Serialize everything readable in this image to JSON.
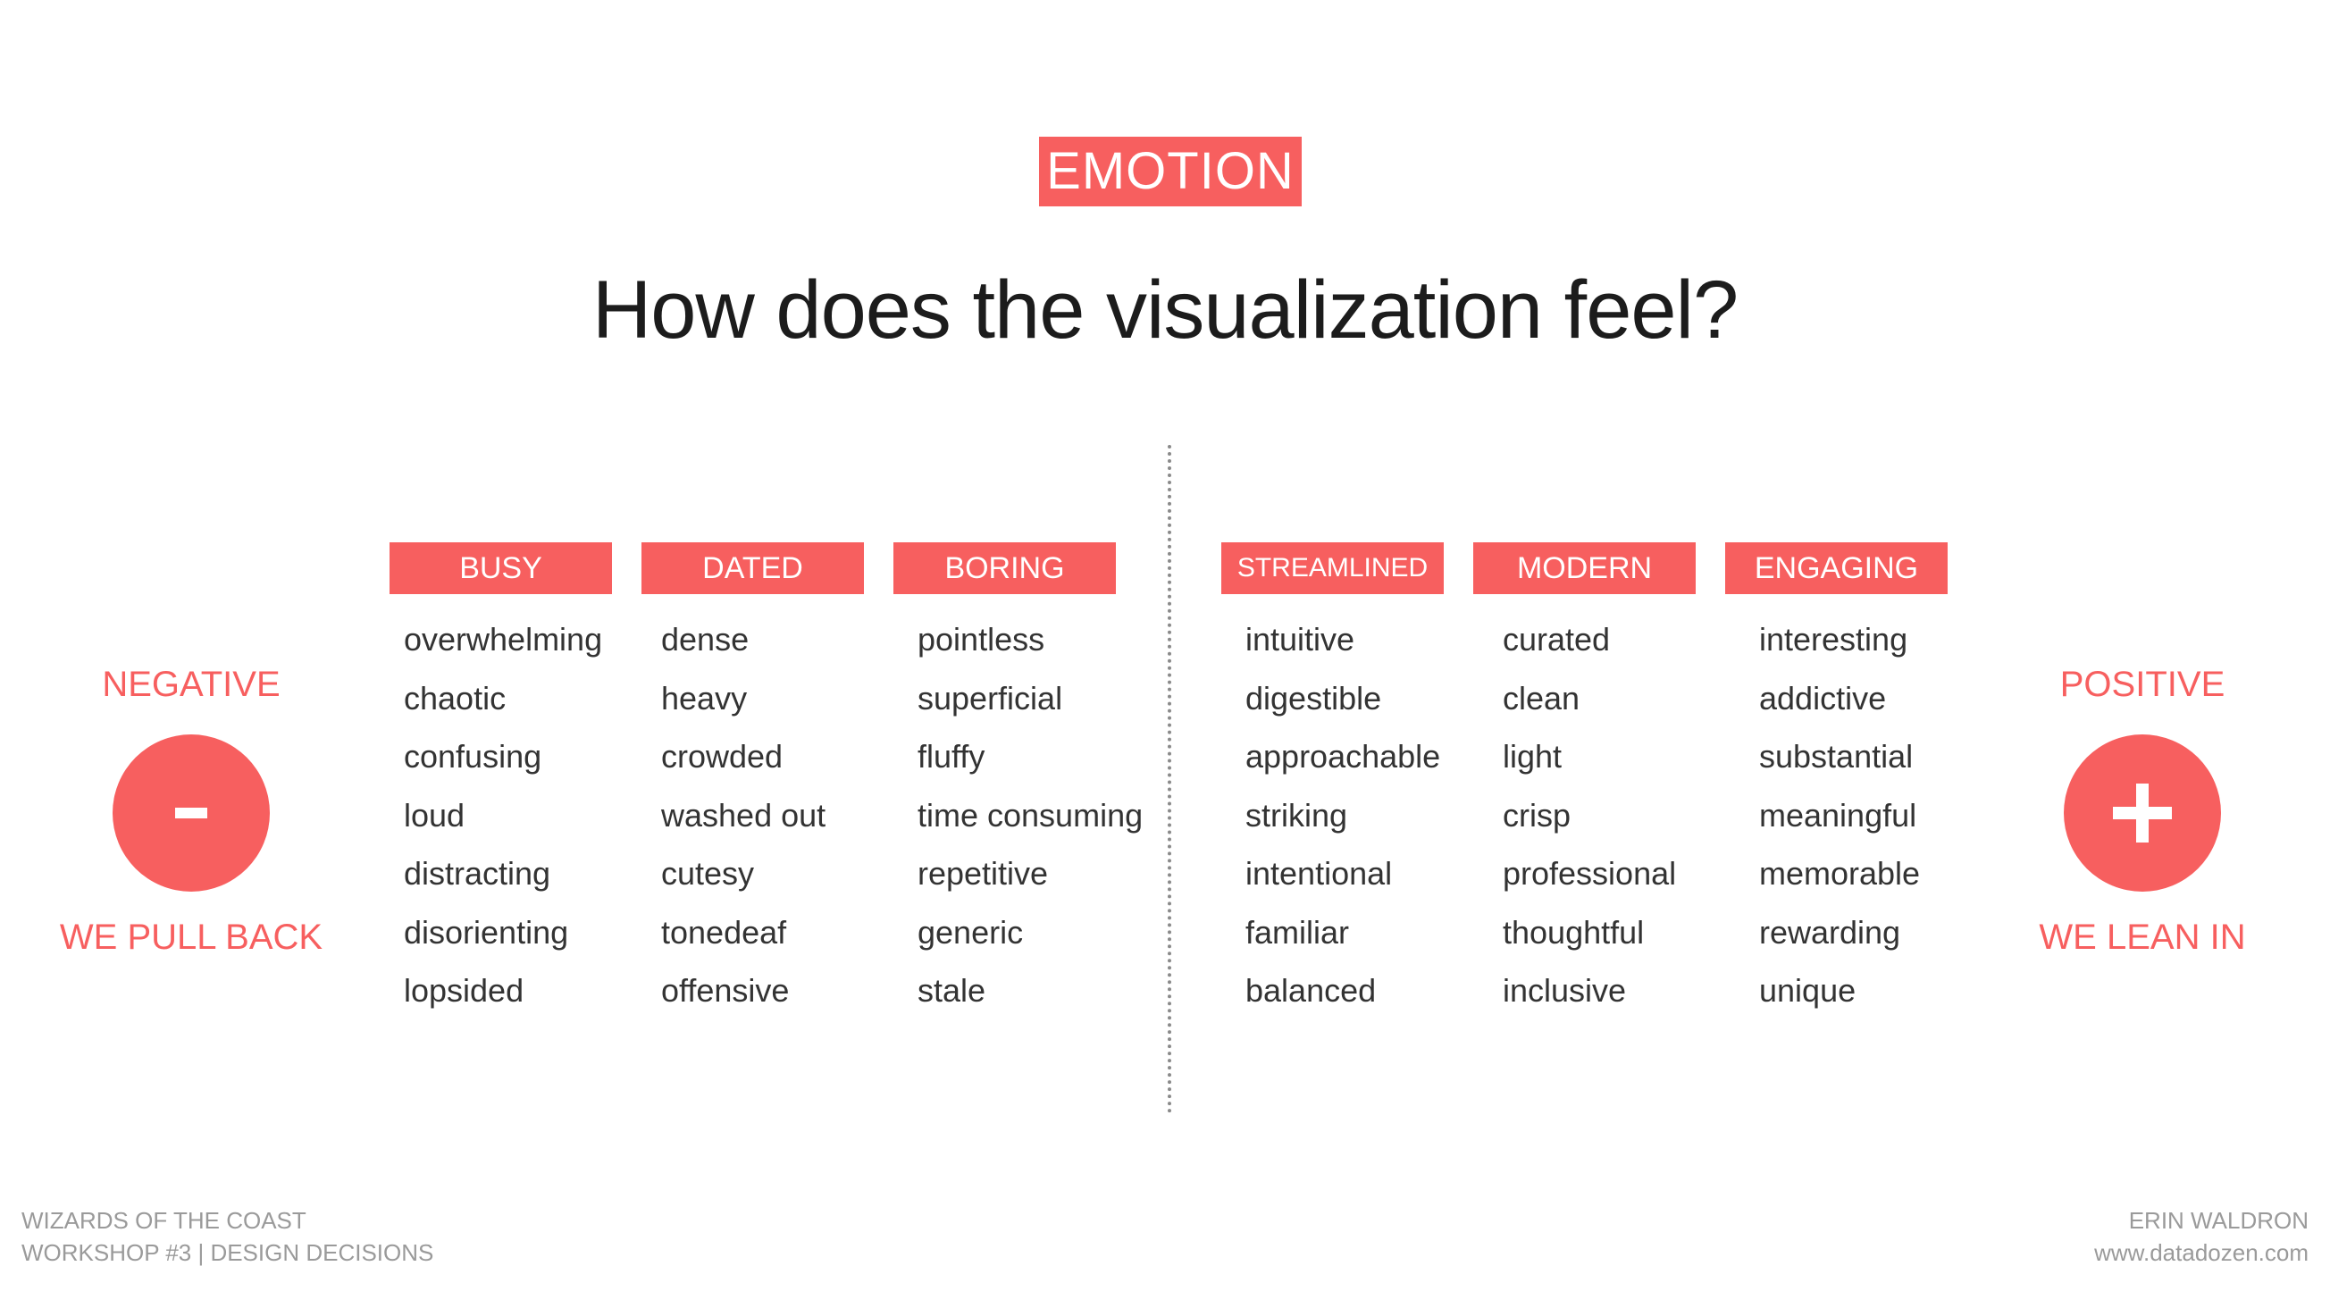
{
  "section_label": "EMOTION",
  "title": "How does the visualization feel?",
  "negative": {
    "label": "NEGATIVE",
    "symbol": "minus-icon",
    "caption": "WE PULL BACK",
    "columns": [
      {
        "header": "BUSY",
        "words": [
          "overwhelming",
          "chaotic",
          "confusing",
          "loud",
          "distracting",
          "disorienting",
          "lopsided"
        ]
      },
      {
        "header": "DATED",
        "words": [
          "dense",
          "heavy",
          "crowded",
          "washed out",
          "cutesy",
          "tonedeaf",
          "offensive"
        ]
      },
      {
        "header": "BORING",
        "words": [
          "pointless",
          "superficial",
          "fluffy",
          "time consuming",
          "repetitive",
          "generic",
          "stale"
        ]
      }
    ]
  },
  "positive": {
    "label": "POSITIVE",
    "symbol": "plus-icon",
    "caption": "WE LEAN IN",
    "columns": [
      {
        "header": "STREAMLINED",
        "words": [
          "intuitive",
          "digestible",
          "approachable",
          "striking",
          "intentional",
          "familiar",
          "balanced"
        ]
      },
      {
        "header": "MODERN",
        "words": [
          "curated",
          "clean",
          "light",
          "crisp",
          "professional",
          "thoughtful",
          "inclusive"
        ]
      },
      {
        "header": "ENGAGING",
        "words": [
          "interesting",
          "addictive",
          "substantial",
          "meaningful",
          "memorable",
          "rewarding",
          "unique"
        ]
      }
    ]
  },
  "footer": {
    "left_line1": "WIZARDS OF THE COAST",
    "left_line2": "WORKSHOP #3 | DESIGN DECISIONS",
    "right_line1": "ERIN WALDRON",
    "right_line2": "www.datadozen.com"
  },
  "colors": {
    "accent": "#f75f5f",
    "text": "#333333",
    "footer_text": "#9a9a9a"
  }
}
